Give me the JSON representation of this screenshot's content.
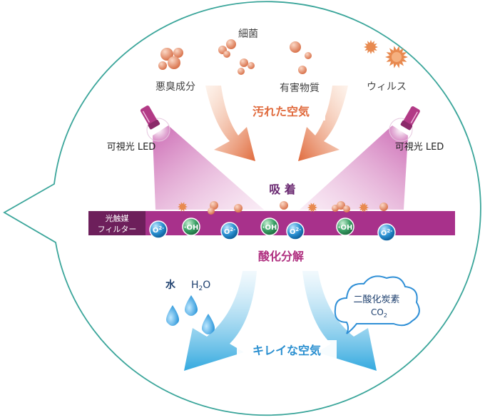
{
  "labels": {
    "bad_smell": "悪臭成分",
    "bacteria": "細菌",
    "harmful": "有害物質",
    "virus": "ウィルス",
    "dirty_air": "汚れた空気",
    "led_left": "可視光 LED",
    "led_right": "可視光 LED",
    "adsorption": "吸 着",
    "filter_line1": "光触媒",
    "filter_line2": "フィルター",
    "decomposition": "酸化分解",
    "water": "水",
    "h2o": "H",
    "h2o_sub": "2",
    "h2o_tail": "O",
    "co2_name": "二酸化炭素",
    "co2": "CO",
    "co2_sub": "2",
    "clean_air": "キレイな空気",
    "o2_radical": "O",
    "o2_sup": "2-",
    "oh_radical": "·OH"
  },
  "colors": {
    "bubble_stroke": "#3aa59a",
    "filter": "#a8318b",
    "filter_dark": "#6d1f5b",
    "dirty_text": "#e06a3c",
    "adsorb_text": "#6b2a72",
    "decomp_text": "#b03080",
    "clean_text": "#2a8fd0",
    "co2_cloud": "#2f8fd6",
    "o2_ball": "#2a8fd0",
    "oh_ball": "#3aa066",
    "particle": "#e28a68",
    "virus": "#e88a50"
  }
}
